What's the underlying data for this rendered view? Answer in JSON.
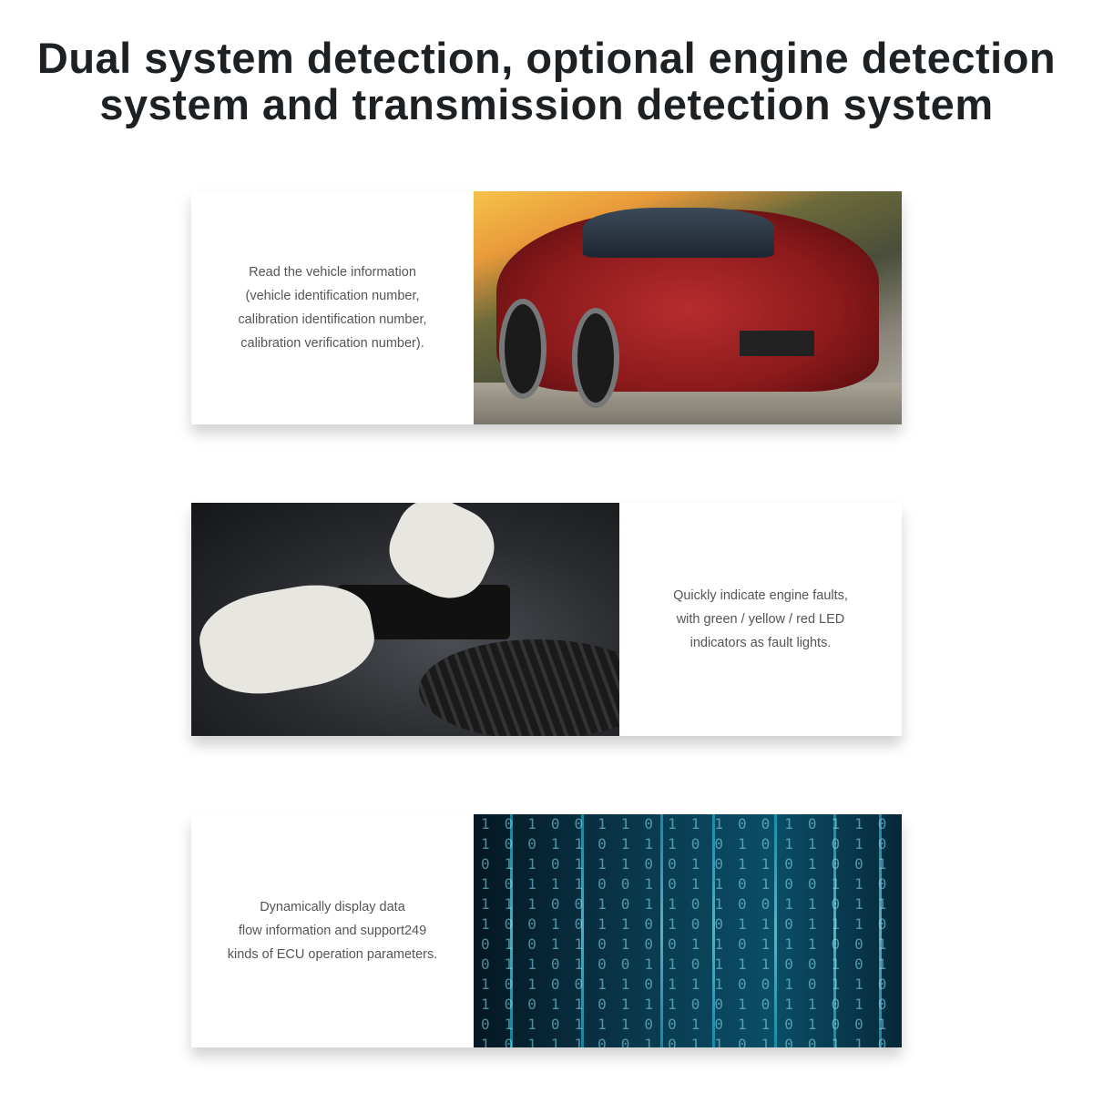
{
  "title": {
    "line1": "Dual system detection, optional engine detection",
    "line2": "system and transmission detection system"
  },
  "features": [
    {
      "text": "Read the vehicle information\n(vehicle identification number,\ncalibration identification number,\ncalibration verification number).",
      "image": "red-car-photo"
    },
    {
      "text": "Quickly indicate engine faults,\nwith green / yellow / red LED\nindicators as fault lights.",
      "image": "engine-bay-photo"
    },
    {
      "text": "Dynamically display data\nflow information and support249\nkinds of ECU operation parameters.",
      "image": "binary-data-stream"
    }
  ]
}
